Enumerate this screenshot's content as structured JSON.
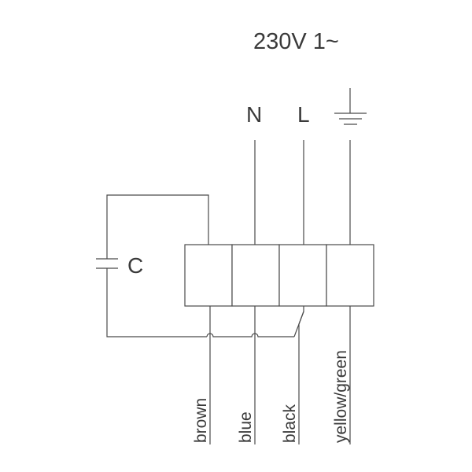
{
  "supply": {
    "label": "230V 1~"
  },
  "lines": {
    "neutral": "N",
    "live": "L"
  },
  "capacitor": {
    "label": "C"
  },
  "wires": {
    "brown": "brown",
    "blue": "blue",
    "black": "black",
    "earth": "yellow/green"
  },
  "colors": {
    "line": "#4a4a4a",
    "text": "#3a3a3a",
    "background": "#ffffff"
  }
}
